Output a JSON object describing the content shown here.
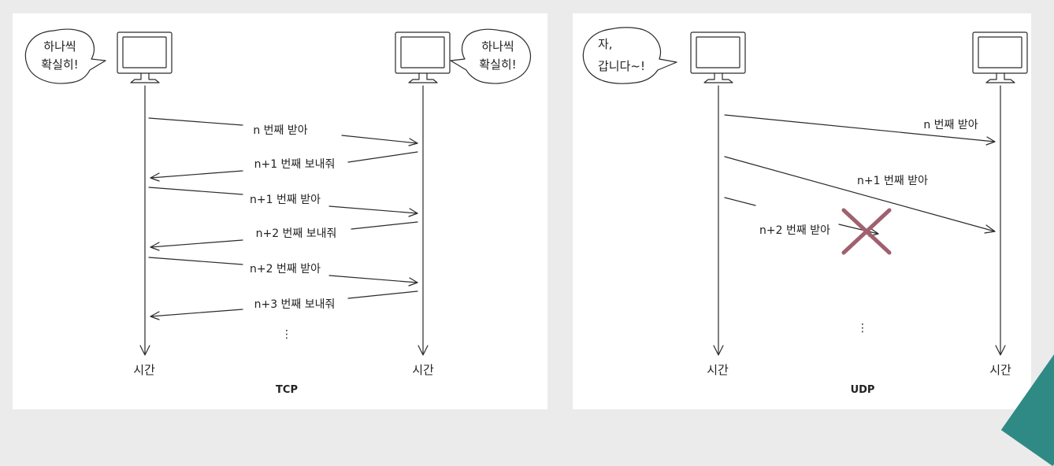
{
  "tcp": {
    "caption": "TCP",
    "left_bubble": [
      "하나씩",
      "확실히!"
    ],
    "right_bubble": [
      "하나씩",
      "확실히!"
    ],
    "time_left": "시간",
    "time_right": "시간",
    "messages": [
      "n 번째 받아",
      "n+1 번째 보내줘",
      "n+1 번째 받아",
      "n+2 번째 보내줘",
      "n+2 번째 받아",
      "n+3 번째 보내줘"
    ],
    "continuation": "⋮"
  },
  "udp": {
    "caption": "UDP",
    "left_bubble": [
      "자,",
      "갑니다~!"
    ],
    "time_left": "시간",
    "time_right": "시간",
    "messages": [
      "n 번째 받아",
      "n+1 번째 받아",
      "n+2 번째 받아"
    ],
    "lost_marker_color": "#a0606f",
    "continuation": "⋮"
  }
}
